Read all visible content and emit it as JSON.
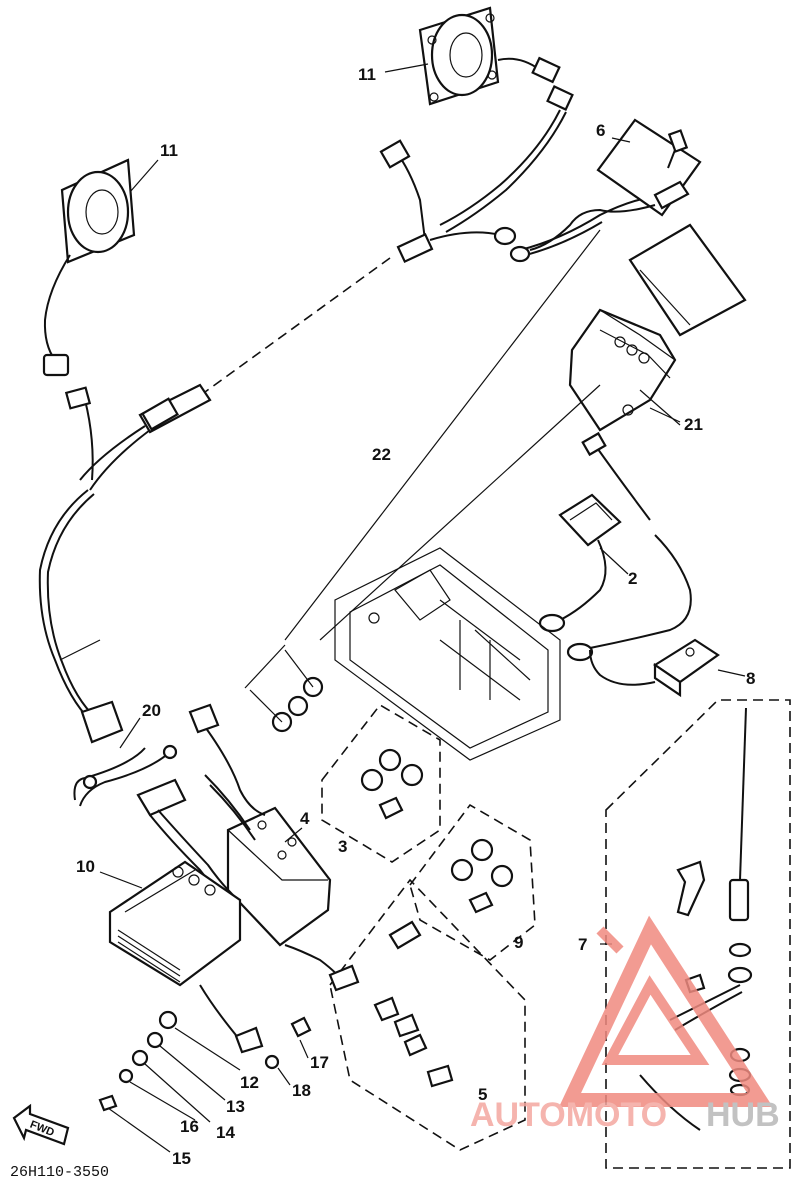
{
  "labels": {
    "n2": "2",
    "n3": "3",
    "n4": "4",
    "n5": "5",
    "n6": "6",
    "n7": "7",
    "n8": "8",
    "n9": "9",
    "n10": "10",
    "n11a": "11",
    "n11b": "11",
    "n12": "12",
    "n13": "13",
    "n14": "14",
    "n15": "15",
    "n16": "16",
    "n17": "17",
    "n18": "18",
    "n20": "20",
    "n21": "21",
    "n22": "22"
  },
  "figure_code": "26H110-3550",
  "fwd_label": "FWD",
  "watermark": {
    "part1": "AUTOMOTO",
    "part2": "HUB",
    "color_primary": "#f4a7a0",
    "color_secondary": "#b8b8b8"
  }
}
